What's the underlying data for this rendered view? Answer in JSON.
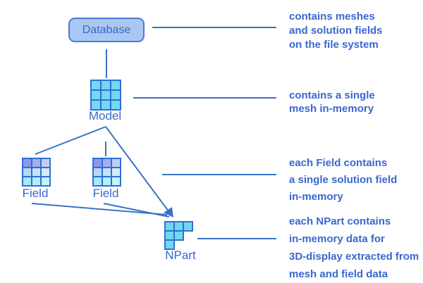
{
  "colors": {
    "line": "#3a72c8",
    "text": "#3a67cf",
    "box-fill": "#a9c7f2",
    "box-border": "#4a7ad8",
    "icon-border": "#3070d2"
  },
  "nodes": {
    "database": {
      "label": "Database"
    },
    "model": {
      "label": "Model",
      "cells": [
        "#74d8f3",
        "#74d8f3",
        "#74d8f3",
        "#74d8f3",
        "#74d8f3",
        "#74d8f3",
        "#74d8f3",
        "#74d8f3",
        "#74d8f3"
      ]
    },
    "field1": {
      "label": "Field",
      "cells": [
        "#8b97ee",
        "#a3adf2",
        "#c2cdf7",
        "#b7d8f6",
        "#c6e1f8",
        "#d6ebfa",
        "#a5e9f8",
        "#b6edf9",
        "#c8f2fb"
      ]
    },
    "field2": {
      "label": "Field",
      "cells": [
        "#8b97ee",
        "#a3adf2",
        "#c2cdf7",
        "#b7d8f6",
        "#c6e1f8",
        "#d6ebfa",
        "#a5e9f8",
        "#b6edf9",
        "#c8f2fb"
      ]
    },
    "npart": {
      "label": "NPart",
      "cells": [
        "#70d7f2",
        "#70d7f2",
        "#70d7f2",
        "#70d7f2",
        "#70d7f2",
        "#70d7f2"
      ]
    }
  },
  "annotations": [
    {
      "lines": [
        "contains meshes",
        "and solution fields",
        "on the file system"
      ]
    },
    {
      "lines": [
        "contains a single",
        "mesh in-memory"
      ]
    },
    {
      "lines": [
        "each Field contains",
        "a single solution field",
        "in-memory"
      ]
    },
    {
      "lines": [
        "each NPart contains",
        "in-memory data for",
        "3D-display extracted from",
        "mesh and field data"
      ]
    }
  ]
}
